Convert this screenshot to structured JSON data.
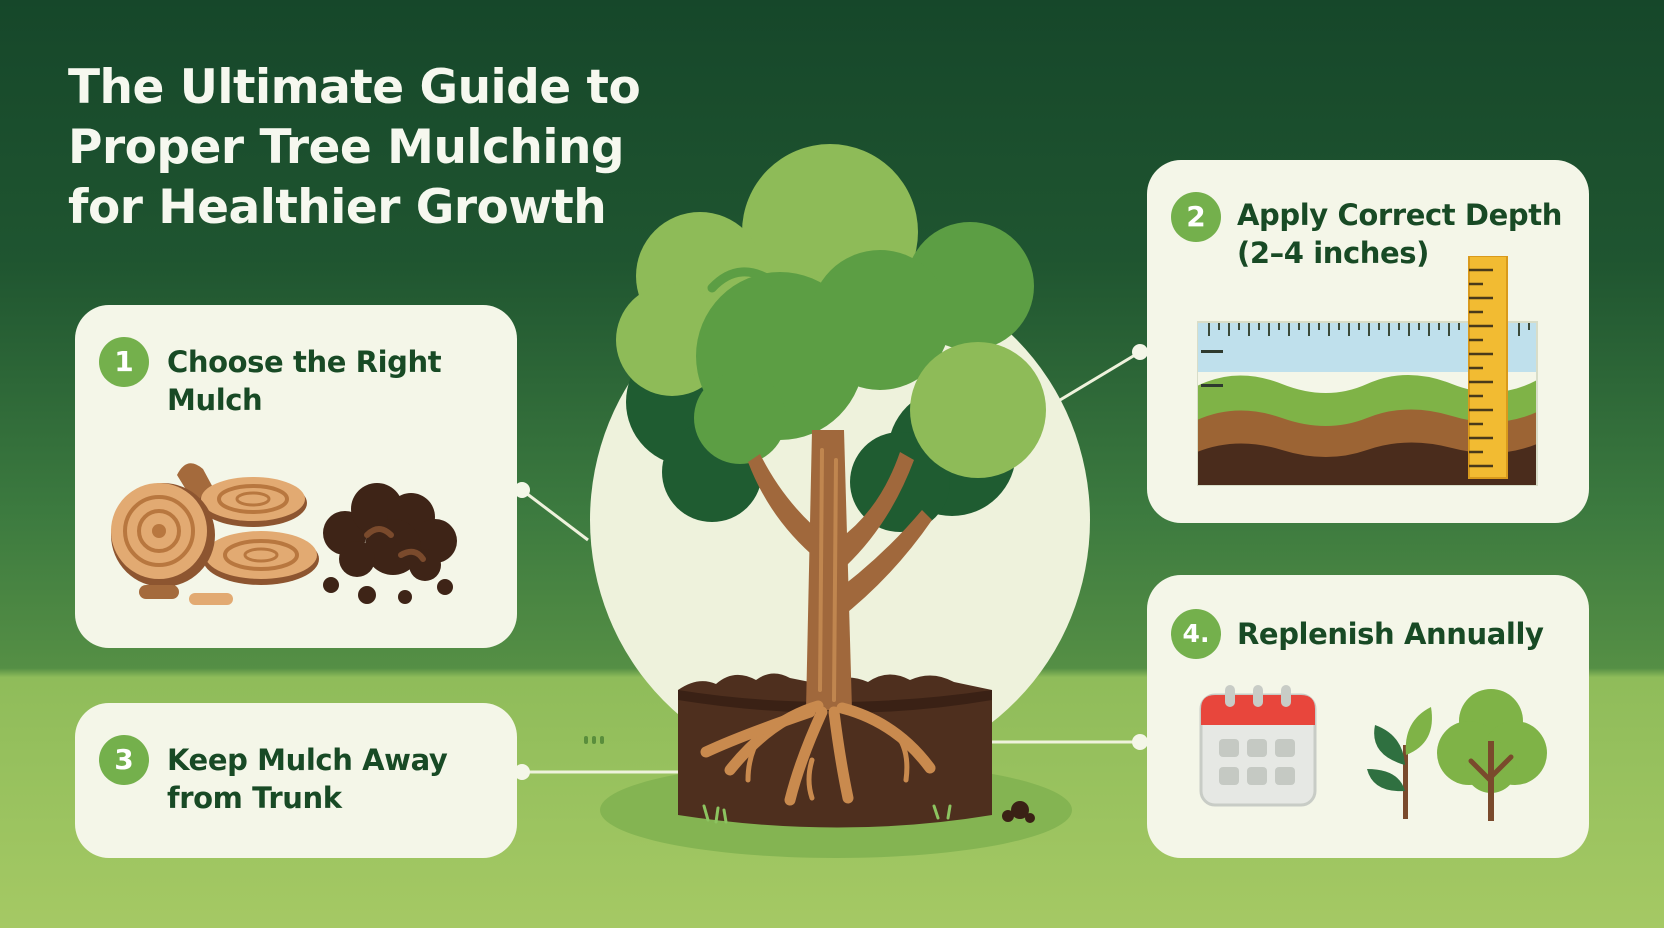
{
  "title": {
    "line1": "The Ultimate Guide to",
    "line2": "Proper Tree Mulching",
    "line3": "for Healthier Growth"
  },
  "steps": [
    {
      "badge": "1",
      "line1": "Choose the Right",
      "line2": "Mulch",
      "art_icons": [
        "wood-chips-icon",
        "compost-icon"
      ]
    },
    {
      "badge": "2",
      "line1": "Apply Correct Depth",
      "line2": "(2–4 inches)",
      "art_icons": [
        "soil-layers-icon",
        "ruler-icon"
      ]
    },
    {
      "badge": "3",
      "line1": "Keep Mulch Away",
      "line2": "from Trunk"
    },
    {
      "badge": "4.",
      "line1": "Replenish Annually",
      "art_icons": [
        "calendar-icon",
        "sapling-icon",
        "tree-icon"
      ]
    }
  ],
  "colors": {
    "background_dark": "#16472a",
    "grass": "#a5c964",
    "card": "#f4f6e8",
    "badge": "#74b04c",
    "heading_text": "#184a25",
    "title_text": "#f6f8ef",
    "trunk": "#a0683c",
    "soil": "#4e2f1e",
    "canopy_light": "#8ebb58",
    "canopy_mid": "#5c9e44",
    "canopy_dark": "#1f5c31"
  }
}
